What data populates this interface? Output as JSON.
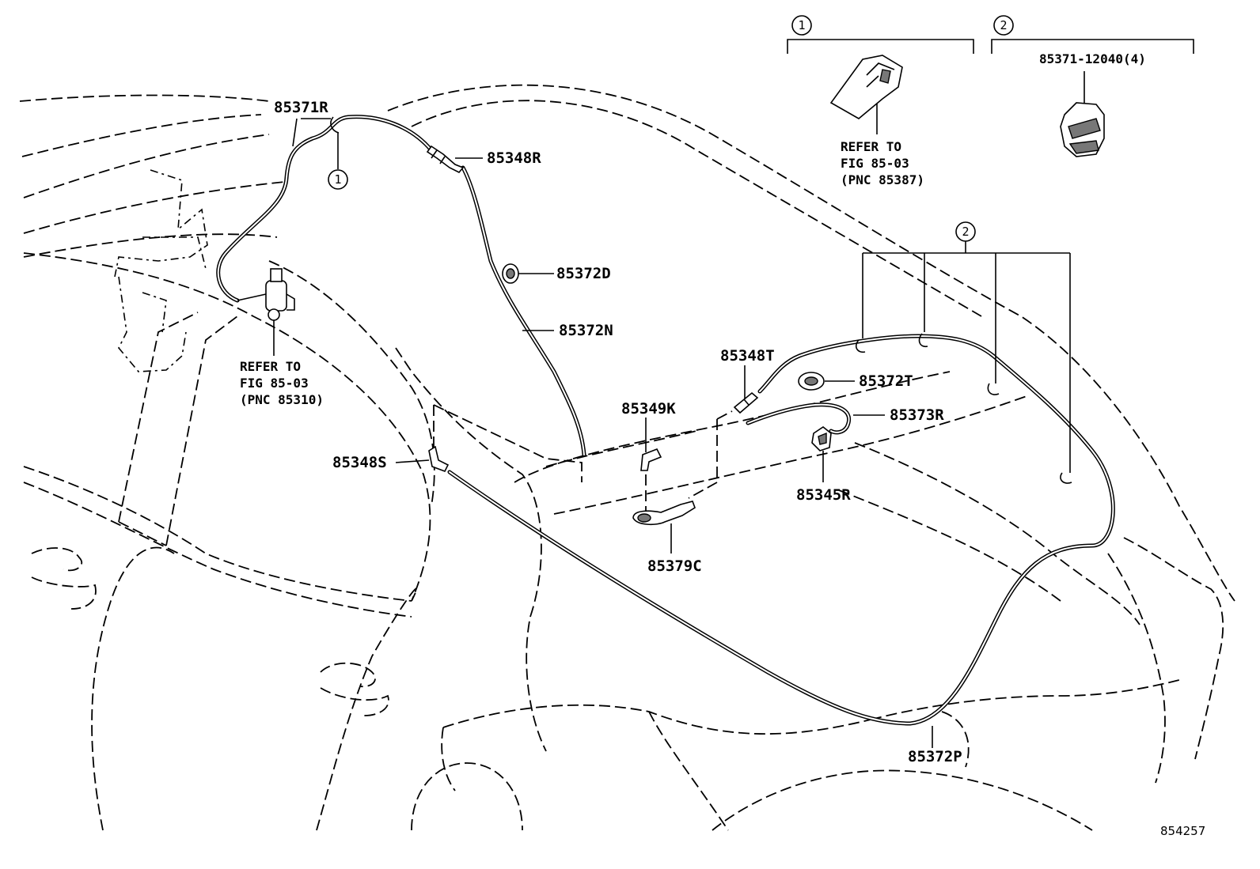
{
  "callouts": {
    "c1": "1",
    "c2": "2"
  },
  "inset_1": {
    "ref_line1": "REFER TO",
    "ref_line2": "FIG 85-03",
    "ref_line3": "(PNC 85387)"
  },
  "inset_2": {
    "part_number": "85371-12040(4)"
  },
  "pump_ref": {
    "line1": "REFER TO",
    "line2": "FIG 85-03",
    "line3": "(PNC 85310)"
  },
  "parts": {
    "p85371R": "85371R",
    "p85348R": "85348R",
    "p85372D": "85372D",
    "p85372N": "85372N",
    "p85348T": "85348T",
    "p85372T": "85372T",
    "p85349K": "85349K",
    "p85373R": "85373R",
    "p85348S": "85348S",
    "p85345R": "85345R",
    "p85379C": "85379C",
    "p85372P": "85372P"
  },
  "figure_number": "854257"
}
